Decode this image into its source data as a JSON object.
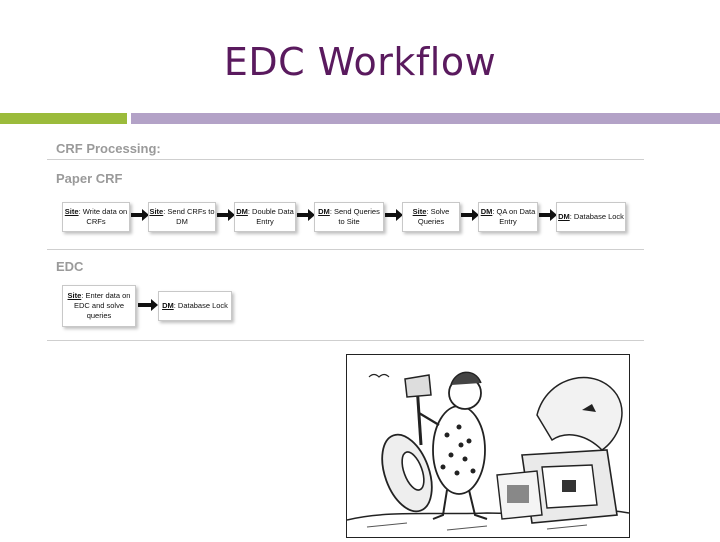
{
  "title": "EDC Workflow",
  "accent_colors": {
    "title": "#5a1a5e",
    "bar_left": "#9bbb3b",
    "bar_right": "#b3a2c7"
  },
  "crf_processing": {
    "heading": "CRF Processing:"
  },
  "paper_crf": {
    "heading": "Paper CRF",
    "steps": [
      {
        "who": "Site",
        "text": ": Write data on CRFs"
      },
      {
        "who": "Site",
        "text": ": Send CRFs to DM"
      },
      {
        "who": "DM",
        "text": ": Double Data Entry"
      },
      {
        "who": "DM",
        "text": ": Send Queries to Site"
      },
      {
        "who": "Site",
        "text": ": Solve Queries"
      },
      {
        "who": "DM",
        "text": ": QA on Data Entry"
      },
      {
        "who": "DM",
        "text": ": Database Lock"
      }
    ]
  },
  "edc": {
    "heading": "EDC",
    "steps": [
      {
        "who": "Site",
        "text": ": Enter data on EDC and solve queries"
      },
      {
        "who": "DM",
        "text": ": Database Lock"
      }
    ]
  },
  "illustration": {
    "icon": "caveman-stone-computer-illustration"
  }
}
